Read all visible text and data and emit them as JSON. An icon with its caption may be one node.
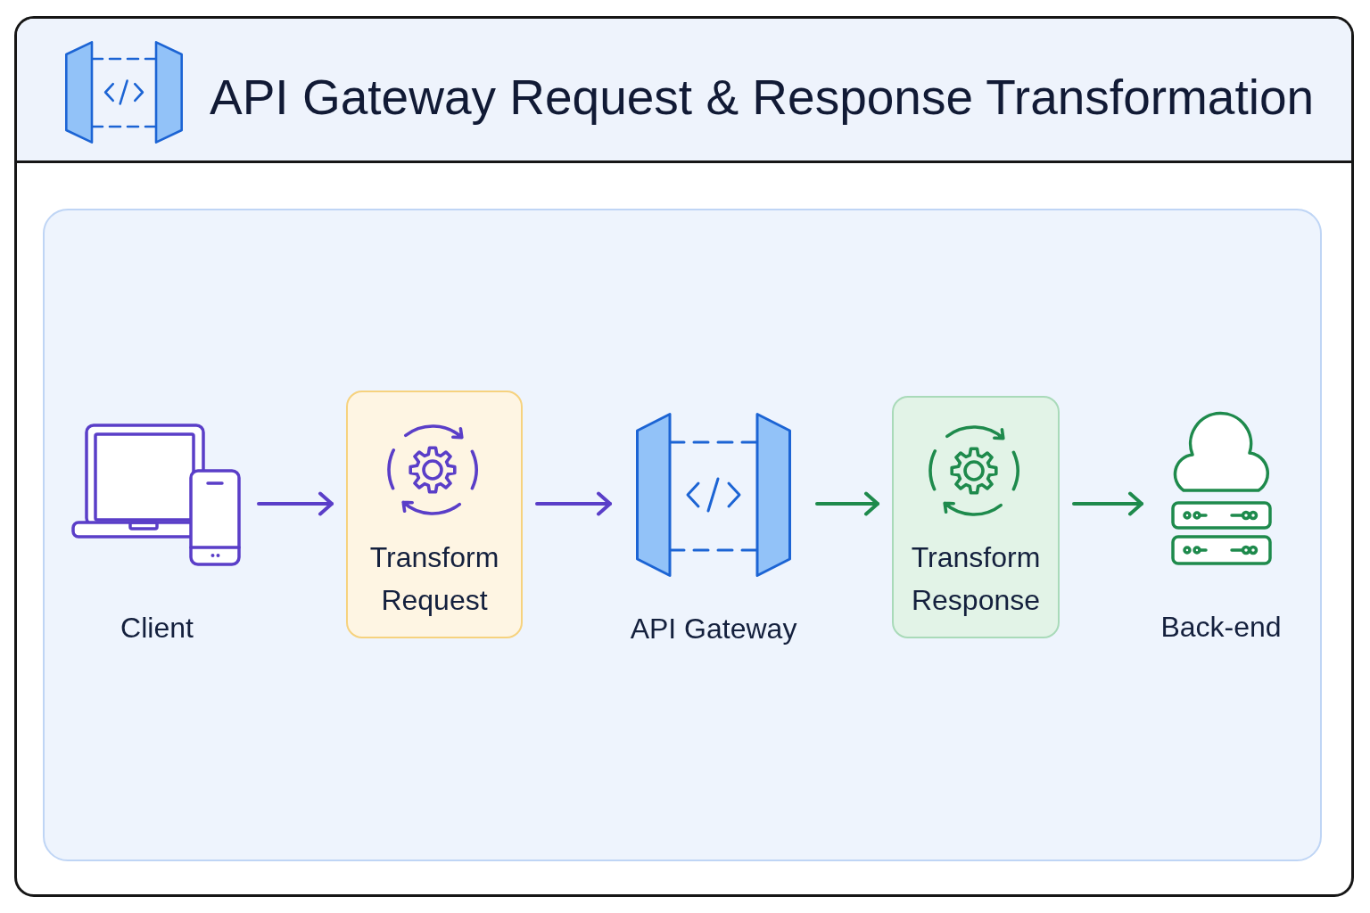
{
  "diagram": {
    "title": "API Gateway Request & Response Transformation",
    "nodes": [
      {
        "text": [
          "Client"
        ]
      },
      {
        "text": [
          "Transform Request"
        ]
      },
      {
        "text": [
          "API Gateway"
        ]
      },
      {
        "text": [
          "Transform Response"
        ]
      },
      {
        "text": [
          "Back-end"
        ]
      }
    ],
    "edges": [
      {
        "from": 0,
        "to": 1,
        "arrow": "to",
        "color": "#5a3ec8"
      },
      {
        "from": 1,
        "to": 2,
        "arrow": "to",
        "color": "#5a3ec8"
      },
      {
        "from": 2,
        "to": 3,
        "arrow": "to",
        "color": "#1e8a4c"
      },
      {
        "from": 3,
        "to": 4,
        "arrow": "to",
        "color": "#1e8a4c"
      }
    ]
  }
}
